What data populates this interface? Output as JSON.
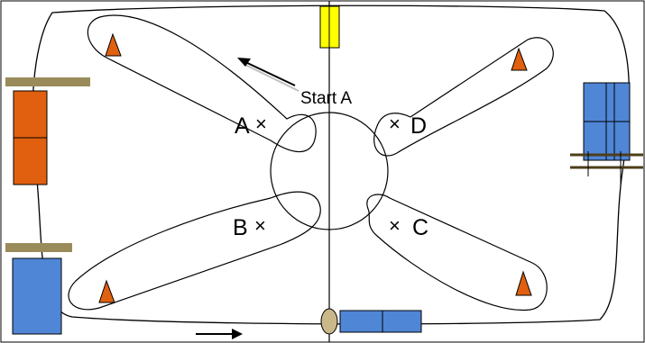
{
  "labels": {
    "start": "Start A",
    "point_a": "A",
    "point_b": "B",
    "point_c": "C",
    "point_d": "D",
    "cross": "×"
  },
  "colors": {
    "cone": "#e0600f",
    "box_orange": "#e0600f",
    "box_blue": "#4f86d6",
    "box_yellow": "#ffff00",
    "rail": "#9a8c5a",
    "rail_dark": "#4d3d1a",
    "oval": "#c8b88a",
    "line": "#000000",
    "arrow_shadow": "#c0c0c0"
  }
}
